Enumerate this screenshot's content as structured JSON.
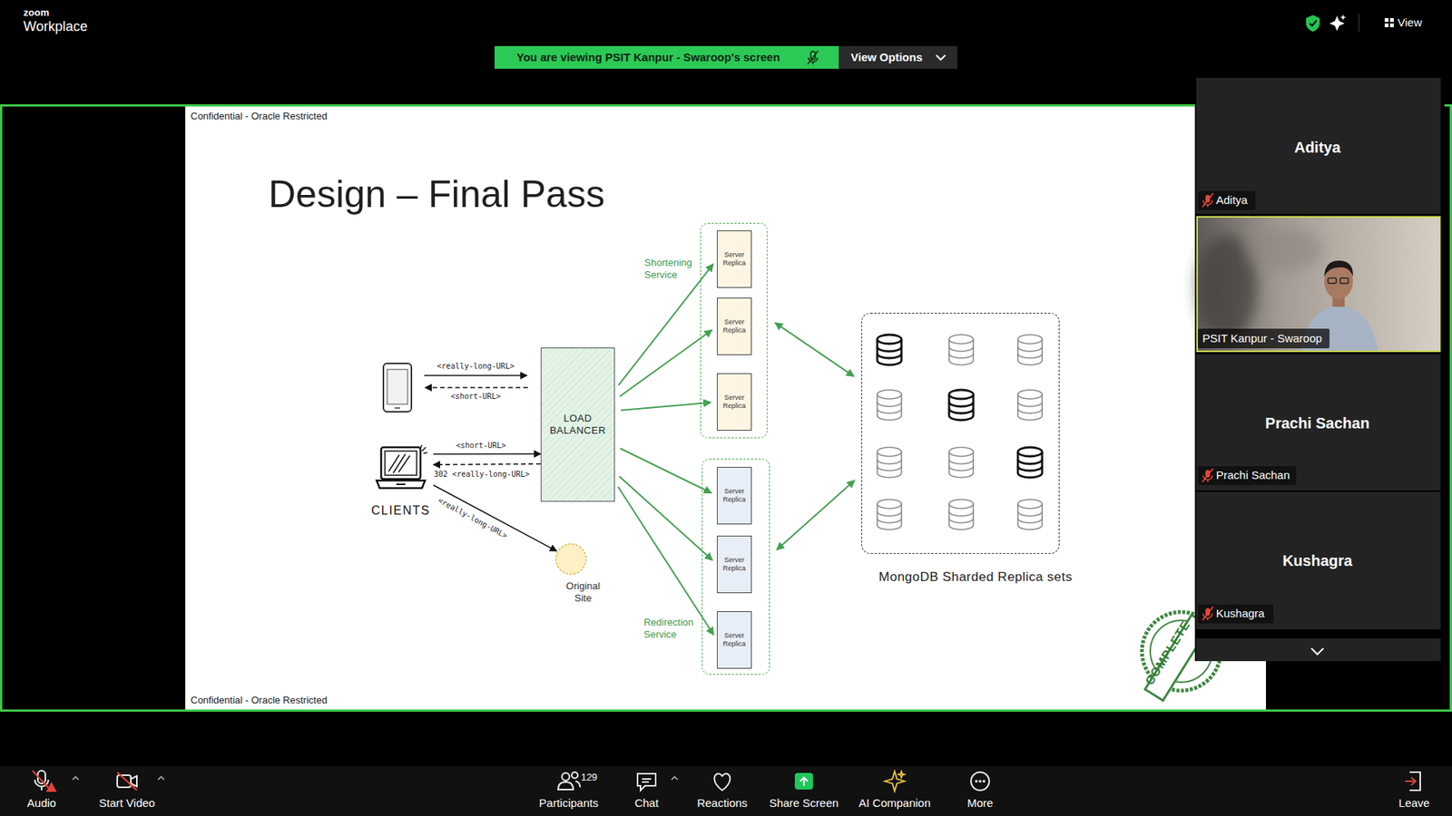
{
  "diagram": {
    "title": "Design – Final Pass",
    "nodes": [
      {
        "text": [
          "CLIENTS"
        ]
      },
      {
        "text": [
          "LOAD BALANCER"
        ]
      },
      {
        "text": [
          "Original Site"
        ]
      },
      {
        "text": [
          "Shortening Service"
        ]
      },
      {
        "text": [
          "Server Replica"
        ],
        "in": 3
      },
      {
        "text": [
          "Server Replica"
        ],
        "in": 3
      },
      {
        "text": [
          "Server Replica"
        ],
        "in": 3
      },
      {
        "text": [
          "Redirection Service"
        ]
      },
      {
        "text": [
          "Server Replica"
        ],
        "in": 7
      },
      {
        "text": [
          "Server Replica"
        ],
        "in": 7
      },
      {
        "text": [
          "Server Replica"
        ],
        "in": 7
      },
      {
        "text": [
          "MongoDB Sharded Replica sets"
        ]
      }
    ],
    "edges": [
      {
        "from": 0,
        "to": 1,
        "arrow": "to",
        "label": "<short-URL>"
      },
      {
        "from": 1,
        "to": 0,
        "arrow": "to",
        "label": "302 <really-long-URL>"
      },
      {
        "from": 0,
        "to": 2,
        "arrow": "to",
        "label": "<really-long-URL>"
      },
      {
        "from": 1,
        "to": 4,
        "arrow": "to"
      },
      {
        "from": 1,
        "to": 5,
        "arrow": "to"
      },
      {
        "from": 1,
        "to": 6,
        "arrow": "to"
      },
      {
        "from": 1,
        "to": 8,
        "arrow": "to"
      },
      {
        "from": 1,
        "to": 9,
        "arrow": "to"
      },
      {
        "from": 1,
        "to": 10,
        "arrow": "to"
      },
      {
        "from": 3,
        "to": 11,
        "arrow": "both"
      },
      {
        "from": 7,
        "to": 11,
        "arrow": "both"
      }
    ],
    "labels": [
      "zoom",
      "Workplace",
      "View",
      "You are viewing PSIT Kanpur - Swaroop's screen",
      "View Options",
      "Confidential - Oracle Restricted",
      "<really-long-URL>",
      "<short-URL>",
      "Confidential - Oracle Restricted",
      "COMPLETE",
      "Aditya",
      "Aditya",
      "PSIT Kanpur - Swaroop",
      "Prachi Sachan",
      "Prachi Sachan",
      "Kushagra",
      "Kushagra",
      "Audio",
      "Start Video",
      "129",
      "Participants",
      "Chat",
      "Reactions",
      "Share Screen",
      "AI Companion",
      "More",
      "Leave"
    ]
  }
}
